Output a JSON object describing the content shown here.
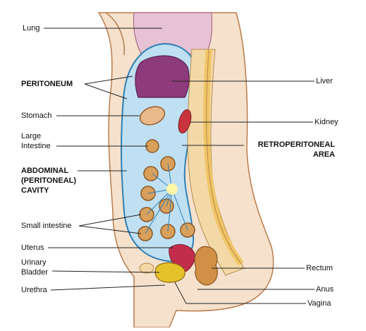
{
  "labels": {
    "lung": "Lung",
    "peritoneum": "PERITONEUM",
    "stomach": "Stomach",
    "large_intestine_1": "Large",
    "large_intestine_2": "Intestine",
    "abdominal_1": "ABDOMINAL",
    "abdominal_2": "(PERITONEAL)",
    "abdominal_3": "CAVITY",
    "small_intestine": "Small intestine",
    "uterus": "Uterus",
    "urinary_bladder_1": "Urinary",
    "urinary_bladder_2": "Bladder",
    "urethra": "Urethra",
    "liver": "Liver",
    "kidney": "Kidney",
    "retroperitoneal_1": "RETROPERITONEAL",
    "retroperitoneal_2": "AREA",
    "rectum": "Rectum",
    "anus": "Anus",
    "vagina": "Vagina"
  },
  "colors": {
    "skin": "#f5e1cc",
    "skin_outline": "#b87c4c",
    "peritoneal_blue": "#bfe0f2",
    "peritoneal_outline": "#2e7fb5",
    "lung": "#e7c2d4",
    "liver": "#8d3b7a",
    "kidney": "#c8343c",
    "vertebra": "#f3d9a8",
    "spinal_cord": "#f0c566",
    "intestine": "#d9a05c",
    "rectum": "#d19045",
    "uterus": "#c22d49",
    "bladder": "#e6c22a",
    "leader_line": "#222222"
  }
}
